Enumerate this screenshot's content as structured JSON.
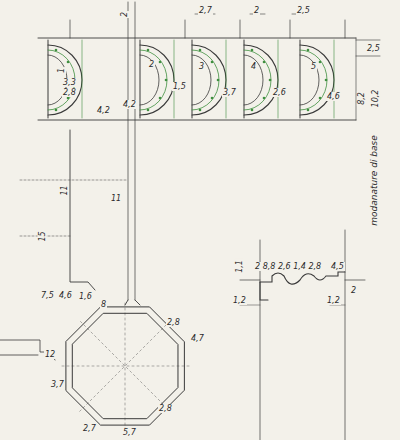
{
  "diagram": {
    "labels": [
      "2",
      "2,7",
      "2",
      "2,5",
      "2,5",
      "1",
      "2",
      "3",
      "4",
      "5",
      "4,2",
      "4,2",
      "8,2",
      "10,2",
      "3,3",
      "2,8",
      "1,5",
      "3,7",
      "2,6",
      "4,6",
      "11",
      "15",
      "11",
      "7,5",
      "4,6",
      "1,6",
      "8",
      "2,8",
      "4,7",
      "12",
      "3,7",
      "2,7",
      "5,7",
      "2,8",
      "2 8,8 2,6 1,4 2,8",
      "4,5",
      "1,1",
      "1,2",
      "1,2",
      "2",
      "modanature di base"
    ]
  }
}
